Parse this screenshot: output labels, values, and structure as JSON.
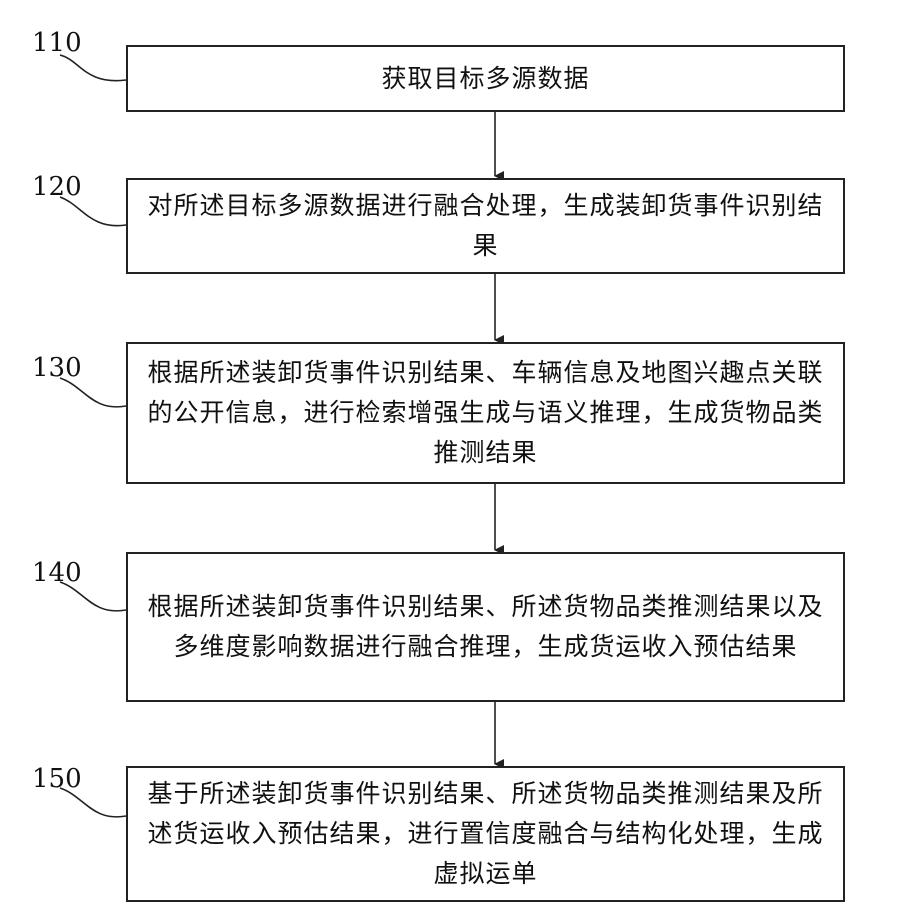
{
  "steps": [
    {
      "label": "110",
      "text": "获取目标多源数据"
    },
    {
      "label": "120",
      "text": "对所述目标多源数据进行融合处理，生成装卸货事件识别结果"
    },
    {
      "label": "130",
      "text": "根据所述装卸货事件识别结果、车辆信息及地图兴趣点关联的公开信息，进行检索增强生成与语义推理，生成货物品类推测结果"
    },
    {
      "label": "140",
      "text": "根据所述装卸货事件识别结果、所述货物品类推测结果以及多维度影响数据进行融合推理，生成货运收入预估结果"
    },
    {
      "label": "150",
      "text": "基于所述装卸货事件识别结果、所述货物品类推测结果及所述货运收入预估结果，进行置信度融合与结构化处理，生成虚拟运单"
    }
  ]
}
